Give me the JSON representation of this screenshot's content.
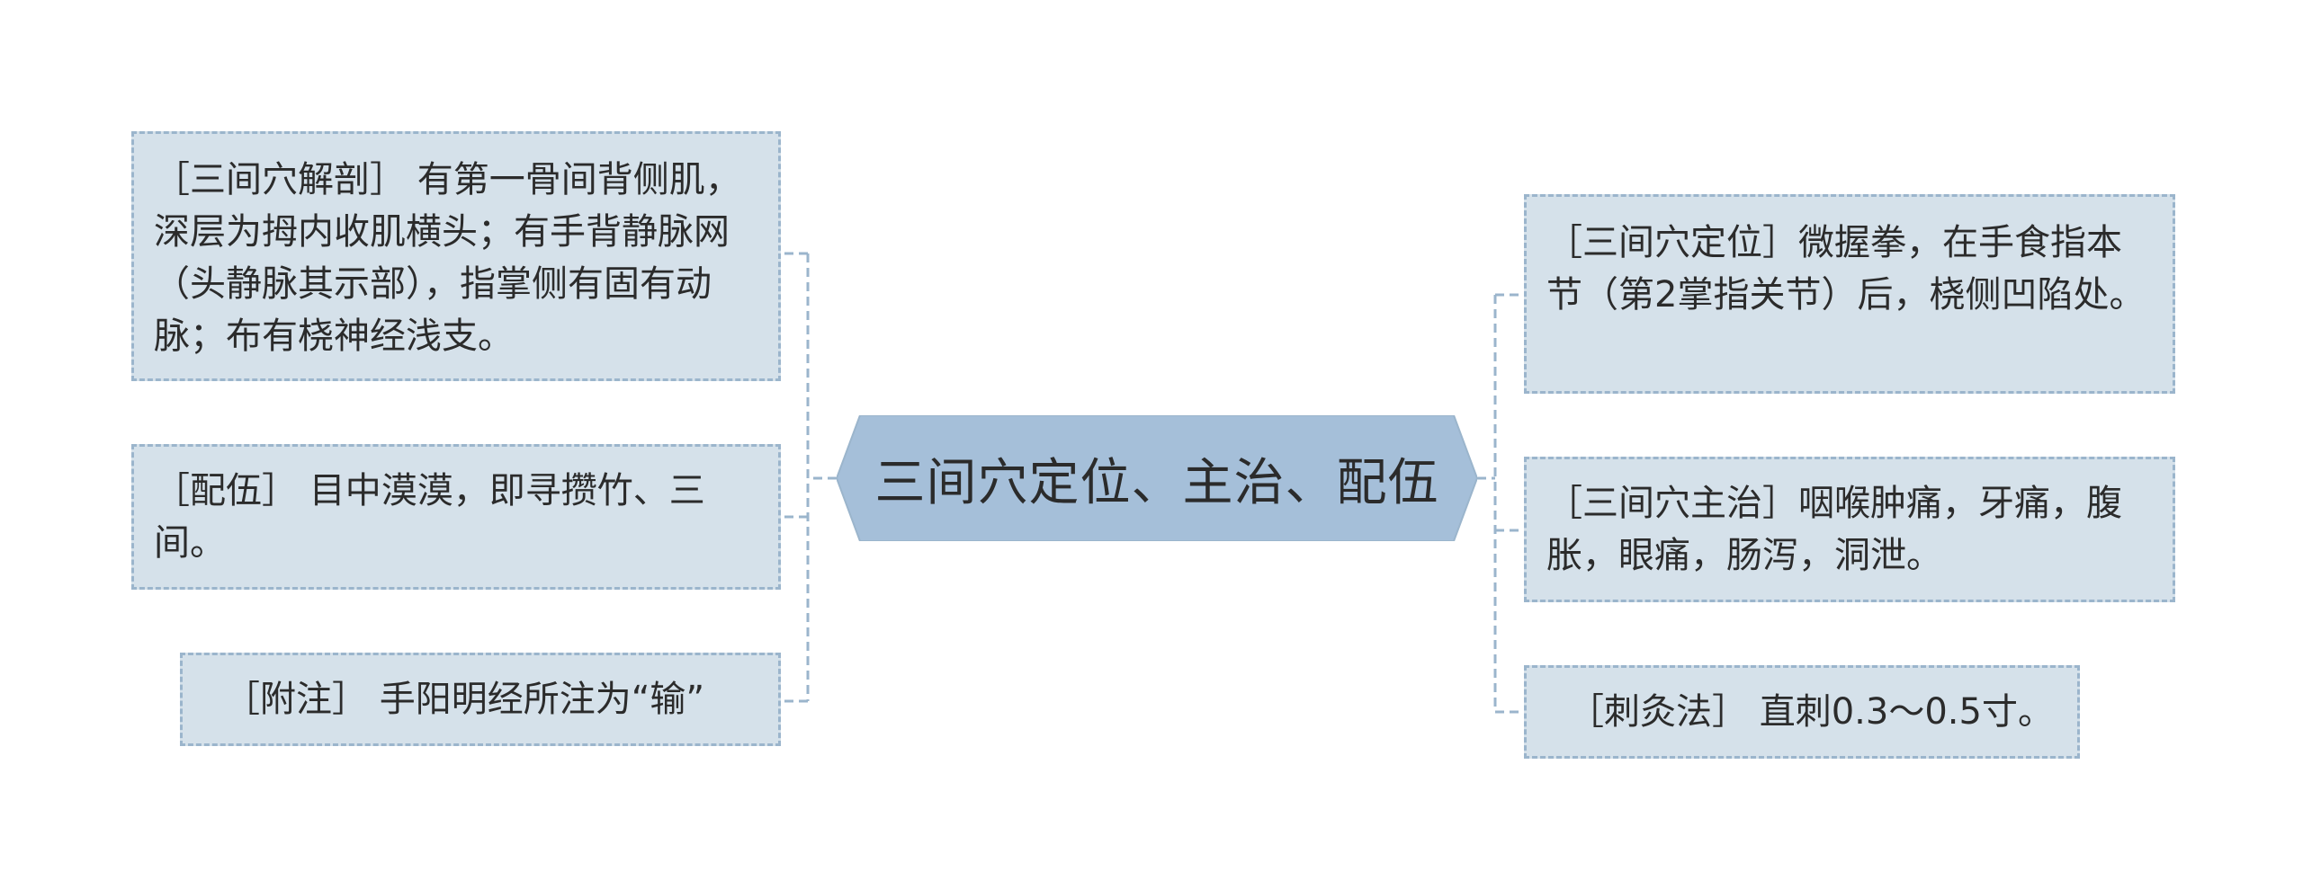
{
  "central_topic": "三间穴定位、主治、配伍",
  "left_nodes": [
    "［三间穴解剖］ 有第一骨间背侧肌，深层为拇内收肌横头；有手背静脉网（头静脉其示部），指掌侧有固有动脉；布有桡神经浅支。",
    "［配伍］ 目中漠漠，即寻攒竹、三间。",
    "［附注］ 手阳明经所注为“输”"
  ],
  "right_nodes": [
    "［三间穴定位］微握拳，在手食指本节（第2掌指关节）后，桡侧凹陷处。",
    "［三间穴主治］咽喉肿痛，牙痛，腹胀，眼痛，肠泻，洞泄。",
    "［刺灸法］ 直刺0.3～0.5寸。"
  ],
  "colors": {
    "node_fill": "#d5e1ea",
    "node_border": "#9bb5cc",
    "center_fill": "#a5bfd9",
    "connector": "#9bb5cc",
    "text": "#2b2b2b"
  }
}
